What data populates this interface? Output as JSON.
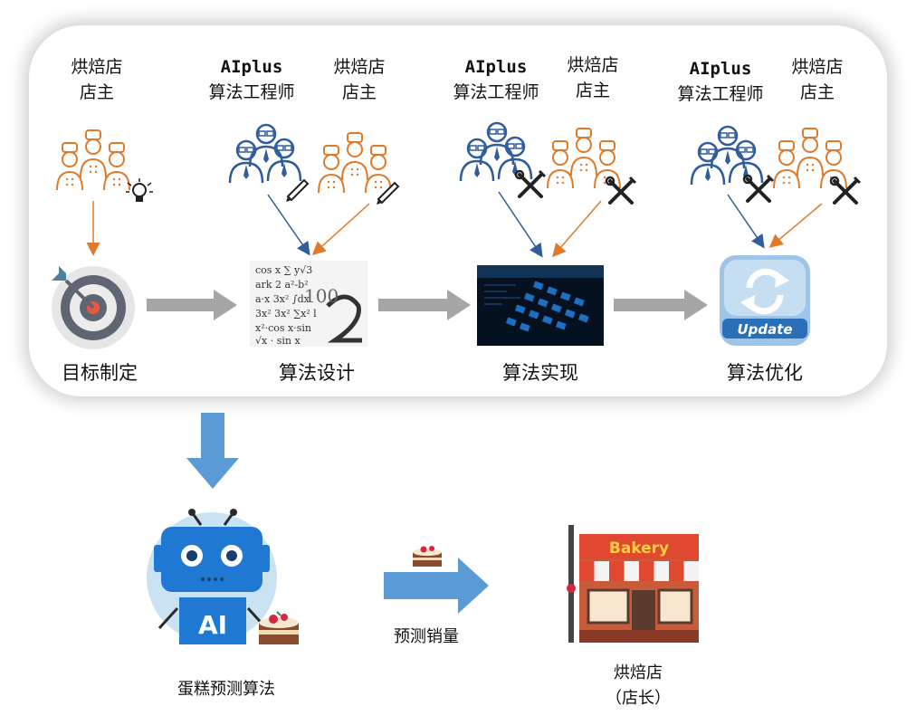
{
  "roles": {
    "owner_col1": [
      "烘焙店",
      "店主"
    ],
    "engineer_col2": [
      "AIplus",
      "算法工程师"
    ],
    "owner_col2": [
      "烘焙店",
      "店主"
    ],
    "engineer_col3": [
      "AIplus",
      "算法工程师"
    ],
    "owner_col3": [
      "烘焙店",
      "店主"
    ],
    "engineer_col4": [
      "AIplus",
      "算法工程师"
    ],
    "owner_col4": [
      "烘焙店",
      "店主"
    ]
  },
  "stages": [
    "目标制定",
    "算法设计",
    "算法实现",
    "算法优化"
  ],
  "update_label": "Update",
  "ai_label": "AI",
  "bakery_sign": "Bakery",
  "predict_label": "预测销量",
  "algorithm_caption": "蛋糕预测算法",
  "bakery_caption": [
    "烘焙店",
    "（店长）"
  ],
  "colors": {
    "owner": "#e07a2b",
    "engineer": "#2f5d9e",
    "arrow_gray": "#a6a6a6",
    "arrow_blue": "#5b9bd5"
  },
  "icons": [
    "target-icon",
    "math-formula-image",
    "keyboard-image",
    "update-icon",
    "robot-icon",
    "cake-icon",
    "bakery-shop-icon",
    "lightbulb-icon",
    "pencil-icon",
    "tools-icon"
  ]
}
